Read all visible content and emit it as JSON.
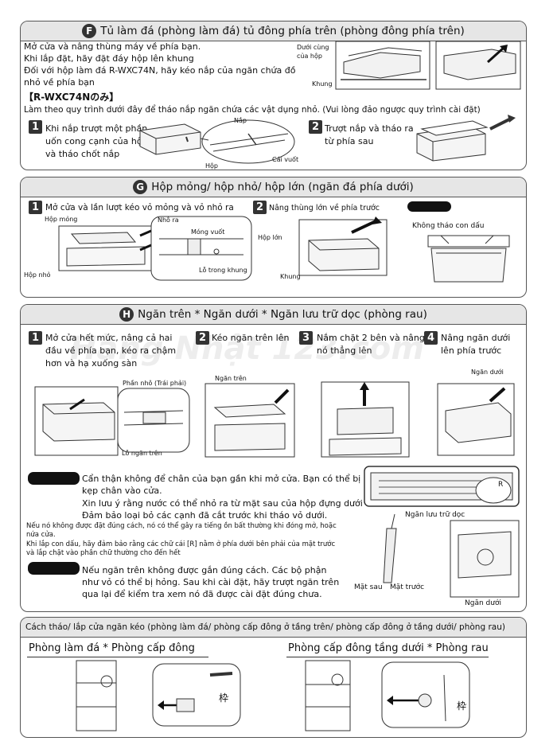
{
  "sectionF": {
    "letter": "F",
    "title": "Tủ làm đá (phòng làm đá) tủ đông phía trên (phòng đông phía trên)",
    "lines": [
      "Mở cửa và nâng thùng máy về phía bạn.",
      "Khi lắp đặt, hãy đặt đáy hộp lên khung",
      "Đối với hộp làm đá R-WXC74N, hãy kéo nắp của ngăn chứa đồ",
      "nhỏ về phía bạn"
    ],
    "fig_labels": {
      "bottom": "Dưới cùng",
      "of_box": "của hộp",
      "frame": "Khung"
    },
    "model_header": "【R-WXC74Nのみ】",
    "procedure": "Làm theo quy trình dưới đây để tháo nắp ngăn chứa các vật dụng nhỏ. (Vui lòng đảo ngược quy trình cài đặt)",
    "step1": {
      "num": "1",
      "lines": [
        "Khi nắp trượt một phần,",
        "uốn cong cạnh của hộp",
        "và tháo chốt nắp"
      ]
    },
    "step1_labels": {
      "lid": "Nắp",
      "box": "Hộp",
      "latch": "Cái vuốt"
    },
    "step2": {
      "num": "2",
      "lines": [
        "Trượt nắp và tháo ra",
        "từ phía sau"
      ]
    }
  },
  "sectionG": {
    "letter": "G",
    "title": "Hộp mỏng/ hộp nhỏ/ hộp lớn (ngăn đá phía dưới)",
    "step1": {
      "num": "1",
      "text": "Mở cửa và lần lượt kéo vỏ mỏng và vỏ nhỏ ra"
    },
    "step1_labels": {
      "thin": "Hộp mỏng",
      "small": "Hộp nhỏ",
      "protrusion": "Nhô ra",
      "claw": "Móng vuốt",
      "hole": "Lỗ trong khung"
    },
    "step2": {
      "num": "2",
      "text": "Nâng thùng lớn về phía trước"
    },
    "step2_labels": {
      "large": "Hộp lớn",
      "frame": "Khung"
    },
    "note": "Không tháo con dấu"
  },
  "sectionH": {
    "letter": "H",
    "title": "Ngăn trên * Ngăn dưới * Ngăn lưu trữ dọc (phòng rau)",
    "watermark": "Hàng Nhật 123.com",
    "step1": {
      "num": "1",
      "lines": [
        "Mở cửa hết mức, nâng cả hai",
        "đầu về phía bạn, kéo ra chậm",
        "hơn và hạ xuống sàn"
      ]
    },
    "step2": {
      "num": "2",
      "text": "Kéo ngăn trên lên"
    },
    "step3": {
      "num": "3",
      "lines": [
        "Nắm chặt 2 bên và nâng",
        "nó thẳng lên"
      ]
    },
    "step4": {
      "num": "4",
      "lines": [
        "Nâng ngăn dưới",
        "lên phía trước"
      ]
    },
    "fig_labels": {
      "small_part": "Phần nhô (Trái phải)",
      "upper": "Ngăn trên",
      "upper_hole": "Lỗ ngăn trên",
      "lower": "Ngăn dưới",
      "vertical": "Ngăn lưu trữ dọc",
      "back": "Mặt sau",
      "front": "Mặt trước",
      "lower2": "Ngăn dưới",
      "r": "R"
    },
    "caution1": [
      "Cẩn thận không để chân của bạn gần khi mở cửa. Bạn có thể bị",
      "kẹp chân vào cửa.",
      "Xin lưu ý rằng nước có thể nhỏ ra từ mặt sau của hộp đựng dưới",
      "Đảm bảo loại bỏ các cạnh đã cắt trước khi tháo vỏ dưới."
    ],
    "small_notes": [
      "Nếu nó không được đặt đúng cách, nó có thể gây ra tiếng ồn bất thường khi đóng mở, hoặc",
      "nứa cửa.",
      "Khi lắp con dấu, hãy đảm bảo rằng các chữ cái [R] nằm ở phía dưới bên phải của mặt trước",
      "và lắp chặt vào phần chữ thường cho đến hết"
    ],
    "caution2": [
      "Nếu ngăn trên không được gắn đúng cách. Các bộ phận",
      "như vỏ có thể bị hỏng. Sau khi cài đặt, hãy trượt ngăn trên",
      "qua lại để kiểm tra xem nó đã được cài đặt đúng chưa."
    ]
  },
  "sectionBottom": {
    "title": "Cách tháo/ lắp cửa ngăn kéo (phòng làm đá/ phòng cấp đông ở tầng trên/ phòng cấp đông ở tầng dưới/ phòng rau)",
    "left_title": "Phòng làm đá * Phòng cấp đông",
    "right_title": "Phòng cấp đông tầng dưới * Phòng rau",
    "kanji_left": "枠",
    "kanji_right": "枠"
  }
}
